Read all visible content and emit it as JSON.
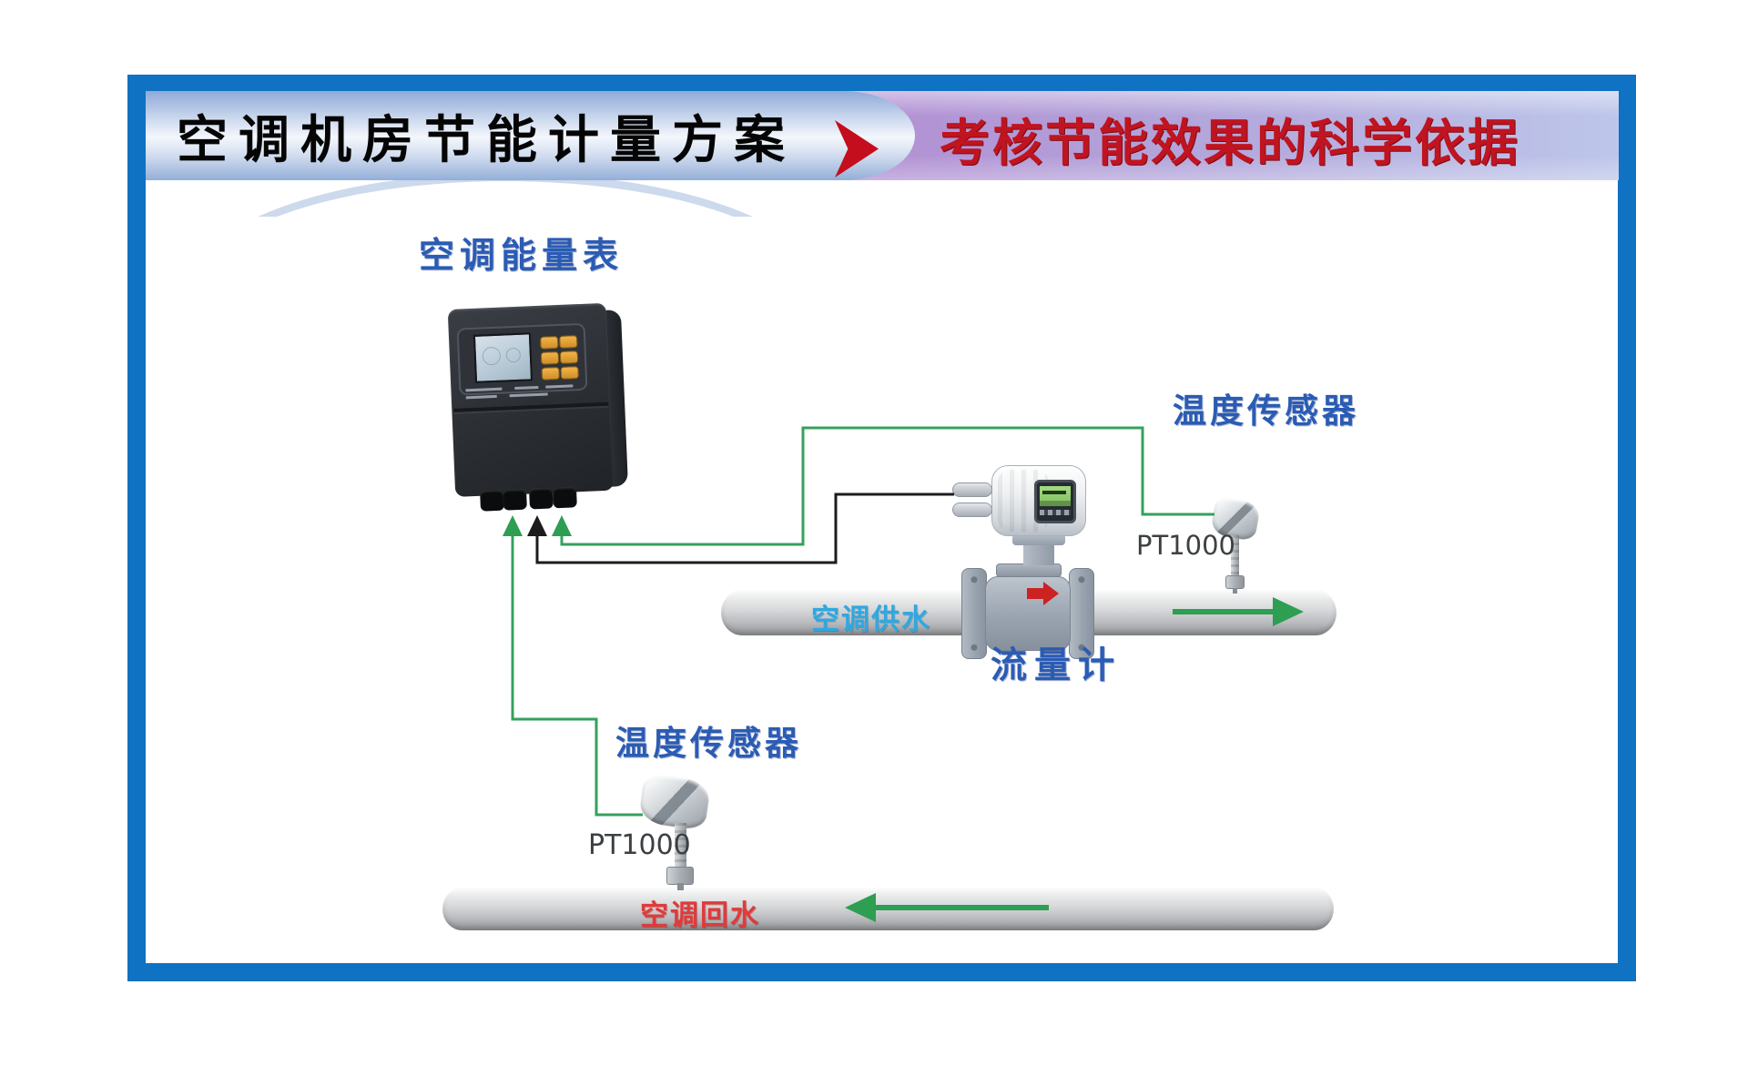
{
  "banner": {
    "title": "空调机房节能计量方案",
    "subtitle": "考核节能效果的科学依据",
    "frame_color": "#0f72c2",
    "title_color": "#050505",
    "subtitle_color": "#c01420",
    "arrow_color": "#c40e1e"
  },
  "diagram": {
    "energy_meter_label": "空调能量表",
    "flow_meter_label": "流量计",
    "supply_line": {
      "pipe_label": "空调供水",
      "sensor_label": "温度传感器",
      "sensor_model": "PT1000",
      "flow_direction": "right"
    },
    "return_line": {
      "pipe_label": "空调回水",
      "sensor_label": "温度传感器",
      "sensor_model": "PT1000",
      "flow_direction": "left"
    },
    "colors": {
      "temperature_wire_green": "#35a05e",
      "flow_signal_wire_black": "#1c1c1c",
      "flow_arrow_green": "#2e9e52",
      "flow_meter_arrow_red": "#cc2222",
      "supply_label_cyan": "#2fa8e0",
      "return_label_red": "#e03a3a",
      "diagram_label_blue": "#2b5cb4"
    }
  }
}
